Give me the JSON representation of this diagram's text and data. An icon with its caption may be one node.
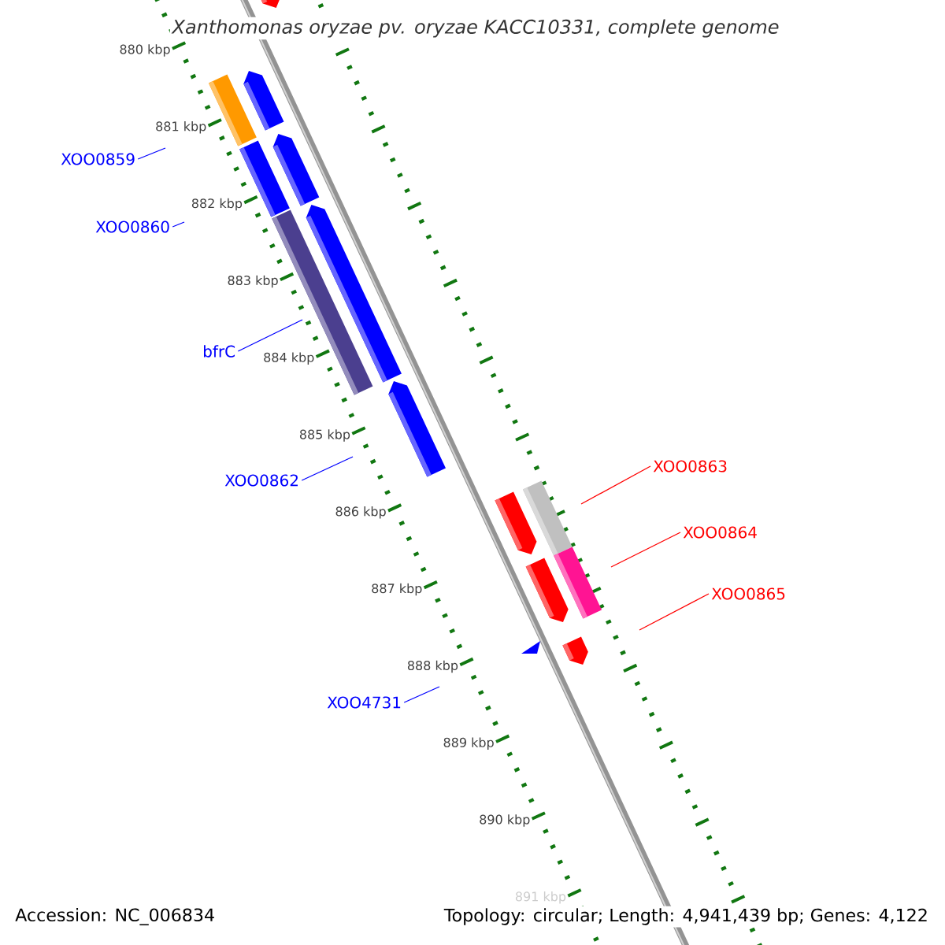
{
  "diagram": {
    "title": "Xanthomonas oryzae pv. oryzae KACC10331, complete genome",
    "nodes": [
      {
        "text": [
          "XOO0859"
        ]
      },
      {
        "text": [
          "XOO0860"
        ]
      },
      {
        "text": [
          "bfrC"
        ]
      },
      {
        "text": [
          "XOO0862"
        ]
      },
      {
        "text": [
          "XOO4731"
        ]
      },
      {
        "text": [
          "XOO0863"
        ]
      },
      {
        "text": [
          "XOO0864"
        ]
      },
      {
        "text": [
          "XOO0865"
        ]
      }
    ],
    "edges": [
      {
        "from": 0,
        "to": null,
        "arrow": "none"
      },
      {
        "from": 1,
        "to": null,
        "arrow": "none"
      },
      {
        "from": 2,
        "to": null,
        "arrow": "none"
      },
      {
        "from": 3,
        "to": null,
        "arrow": "none"
      },
      {
        "from": 4,
        "to": null,
        "arrow": "none"
      },
      {
        "from": 5,
        "to": null,
        "arrow": "none",
        "color": "#ff0000"
      },
      {
        "from": 6,
        "to": null,
        "arrow": "none",
        "color": "#ff0000"
      },
      {
        "from": 7,
        "to": null,
        "arrow": "none",
        "color": "#ff0000"
      }
    ],
    "labels": [
      "880 kbp",
      "881 kbp",
      "882 kbp",
      "883 kbp",
      "884 kbp",
      "885 kbp",
      "886 kbp",
      "887 kbp",
      "888 kbp",
      "889 kbp",
      "890 kbp",
      "891 kbp",
      "Accession: NC_006834",
      "Topology: circular; Length: 4,941,439 bp; Genes: 4,122"
    ]
  }
}
